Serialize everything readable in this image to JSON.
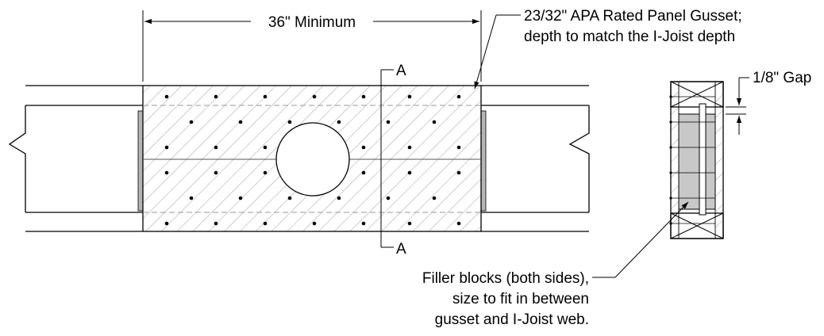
{
  "labels": {
    "dimension": "36\" Minimum",
    "gusset_line1": "23/32\" APA Rated Panel Gusset;",
    "gusset_line2": "depth to match the I-Joist depth",
    "section_top": "A",
    "section_bottom": "A",
    "gap": "1/8\" Gap",
    "filler_line1": "Filler blocks (both sides),",
    "filler_line2": "size to fit in between",
    "filler_line3": "gusset and I-Joist web."
  },
  "colors": {
    "line": "#000000",
    "hatch": "#8a8a8a",
    "filler_fill": "#c8c8c8",
    "background": "#ffffff"
  }
}
